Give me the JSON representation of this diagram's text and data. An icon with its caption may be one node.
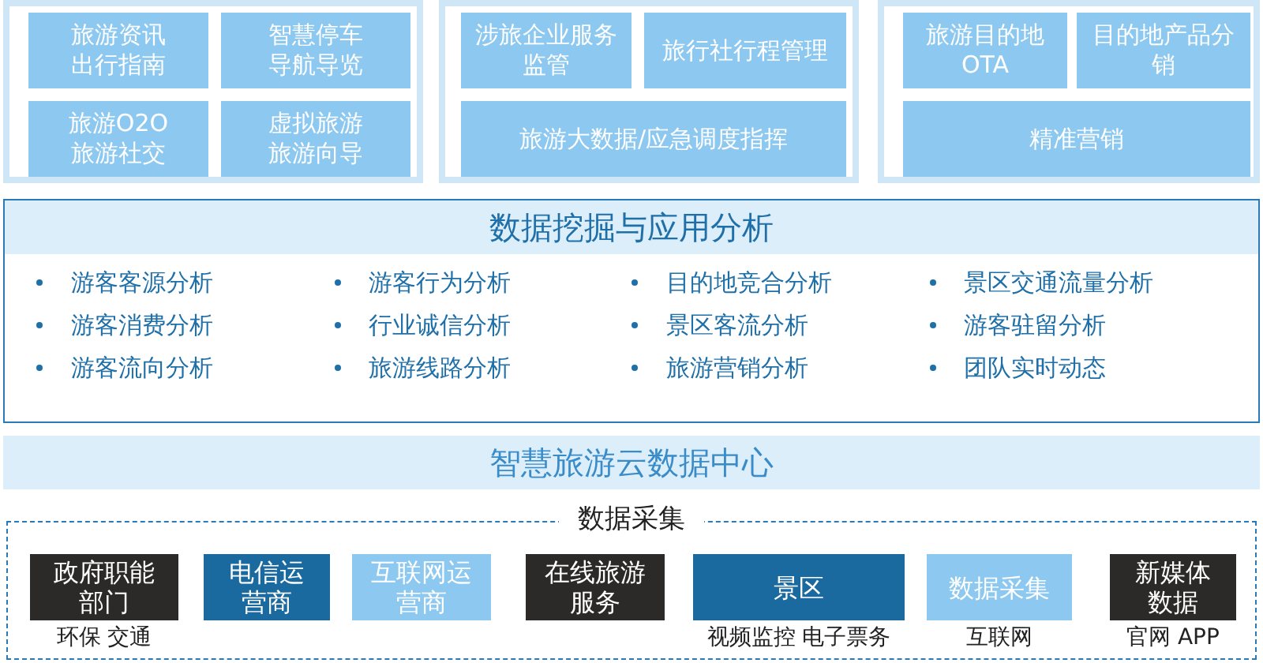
{
  "diagram": {
    "nodes": [
      {
        "text": [],
        "shape": "box"
      },
      {
        "text": [
          "旅游资讯",
          "出行指南"
        ],
        "in": 0
      },
      {
        "text": [
          "智慧停车",
          "导航导览"
        ],
        "in": 0
      },
      {
        "text": [
          "旅游O2O",
          "旅游社交"
        ],
        "in": 0
      },
      {
        "text": [
          "虚拟旅游",
          "旅游向导"
        ],
        "in": 0
      },
      {
        "text": [],
        "shape": "box"
      },
      {
        "text": [
          "涉旅企业服务监管"
        ],
        "in": 5
      },
      {
        "text": [
          "旅行社行程管理"
        ],
        "in": 5
      },
      {
        "text": [
          "旅游大数据/应急调度指挥"
        ],
        "in": 5
      },
      {
        "text": [],
        "shape": "box"
      },
      {
        "text": [
          "旅游目的地 OTA"
        ],
        "in": 9
      },
      {
        "text": [
          "目的地产品分销"
        ],
        "in": 9
      },
      {
        "text": [
          "精准营销"
        ],
        "in": 9
      },
      {
        "text": [
          "数据挖掘与应用分析",
          "游客客源分析",
          "游客行为分析",
          "目的地竞合分析",
          "景区交通流量分析",
          "游客消费分析",
          "行业诚信分析",
          "景区客流分析",
          "游客驻留分析",
          "游客流向分析",
          "旅游线路分析",
          "旅游营销分析",
          "团队实时动态"
        ]
      },
      {
        "text": [
          "智慧旅游云数据中心"
        ]
      },
      {
        "text": [
          "数据采集"
        ]
      },
      {
        "text": [
          "政府职能部门"
        ],
        "in": 15,
        "beside": [
          "环保 交通"
        ]
      },
      {
        "text": [
          "电信运营商"
        ],
        "in": 15
      },
      {
        "text": [
          "互联网运营商"
        ],
        "in": 15
      },
      {
        "text": [
          "在线旅游服务"
        ],
        "in": 15
      },
      {
        "text": [
          "景区"
        ],
        "in": 15,
        "beside": [
          "视频监控 电子票务"
        ]
      },
      {
        "text": [
          "数据采集"
        ],
        "in": 15,
        "beside": [
          "互联网"
        ]
      },
      {
        "text": [
          "新媒体数据"
        ],
        "in": 15,
        "beside": [
          "官网 APP"
        ]
      }
    ],
    "edges": []
  }
}
